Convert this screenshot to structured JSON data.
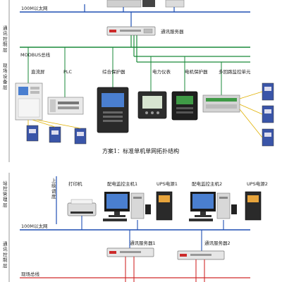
{
  "colors": {
    "ethernet": "#1f4fb3",
    "modbus": "#1a8a3a",
    "field_bus": "#e0b000",
    "lower_bus": "#d12a2a",
    "device_gray": "#d8d8d8",
    "device_dark": "#2a2a2a",
    "screen_blue": "#4a7fd0"
  },
  "top": {
    "ethernet_label": "100M以太网",
    "layer_comm": "通讯控制层",
    "comm_server_label": "通讯服务器",
    "modbus_label": "MODBUS总线",
    "layer_field": "现场设备层",
    "devices": [
      {
        "label": "直流屏",
        "icon": "dc-panel-icon"
      },
      {
        "label": "PLC",
        "icon": "plc-icon"
      },
      {
        "label": "综合保护器",
        "icon": "protector-icon"
      },
      {
        "label": "电力仪表",
        "icon": "meter-icon"
      },
      {
        "label": "电机保护器",
        "icon": "motor-protector-icon"
      },
      {
        "label": "多回路监控单元",
        "icon": "multi-loop-unit-icon"
      }
    ],
    "caption": "方案1：标准单机单网拓扑结构"
  },
  "bottom": {
    "layer_station": "站控管理层",
    "uplink_label": "上级调度",
    "devices": [
      {
        "label": "打印机",
        "icon": "printer-icon"
      },
      {
        "label": "配电监控主机1",
        "icon": "monitor-host-1-icon"
      },
      {
        "label": "UPS电源1",
        "icon": "ups-1-icon"
      },
      {
        "label": "配电监控主机2",
        "icon": "monitor-host-2-icon"
      },
      {
        "label": "UPS电源2",
        "icon": "ups-2-icon"
      }
    ],
    "ethernet_label": "100M以太网",
    "layer_comm": "通讯控制层",
    "server1_label": "通讯服务器1",
    "server2_label": "通讯服务器2",
    "bus_partial_label": "现场总线"
  }
}
